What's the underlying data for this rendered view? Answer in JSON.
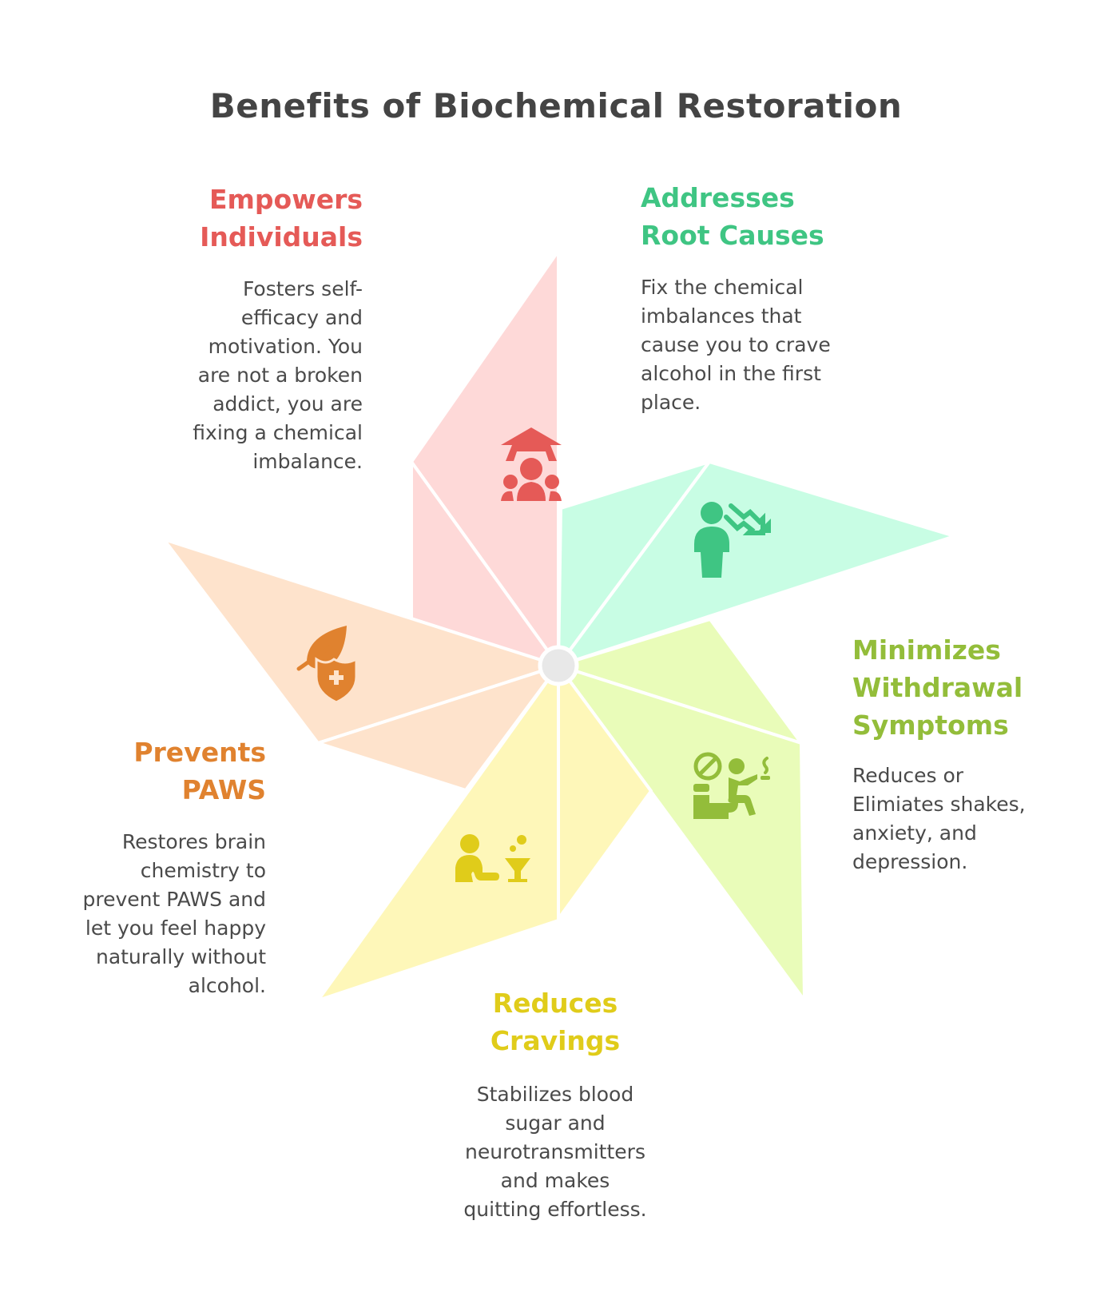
{
  "title": "Benefits of Biochemical Restoration",
  "colors": {
    "empowers": {
      "accent": "#e55a57",
      "fill": "#fed9d8"
    },
    "addresses": {
      "accent": "#3fc583",
      "fill": "#c8fde4"
    },
    "minimizes": {
      "accent": "#93bd3a",
      "fill": "#e9fcb9"
    },
    "reduces": {
      "accent": "#e0cc1a",
      "fill": "#fef7b9"
    },
    "prevents": {
      "accent": "#e0822f",
      "fill": "#fee3cc"
    },
    "hub": "#e8e8e8"
  },
  "items": {
    "empowers": {
      "heading": [
        "Empowers",
        "Individuals"
      ],
      "body": [
        "Fosters self-",
        "efficacy and",
        "motivation. You",
        "are not a broken",
        "addict, you are",
        "fixing a chemical",
        "imbalance."
      ],
      "icon": "graduation-people-icon"
    },
    "addresses": {
      "heading": [
        "Addresses",
        "Root Causes"
      ],
      "body": [
        "Fix the chemical",
        "imbalances that",
        "cause you to crave",
        "alcohol in the first",
        "place."
      ],
      "icon": "person-trend-down-icon"
    },
    "minimizes": {
      "heading": [
        "Minimizes",
        "Withdrawal",
        "Symptoms"
      ],
      "body": [
        "Reduces or",
        "Elimiates shakes,",
        "anxiety, and",
        "depression."
      ],
      "icon": "no-smoking-person-icon"
    },
    "reduces": {
      "heading": [
        "Reduces",
        "Cravings"
      ],
      "body": [
        "Stabilizes blood",
        "sugar and",
        "neurotransmitters",
        "and makes",
        "quitting effortless."
      ],
      "icon": "person-cocktail-icon"
    },
    "prevents": {
      "heading": [
        "Prevents",
        "PAWS"
      ],
      "body": [
        "Restores brain",
        "chemistry to",
        "prevent PAWS and",
        "let you feel happy",
        "naturally without",
        "alcohol."
      ],
      "icon": "leaf-shield-icon"
    }
  }
}
